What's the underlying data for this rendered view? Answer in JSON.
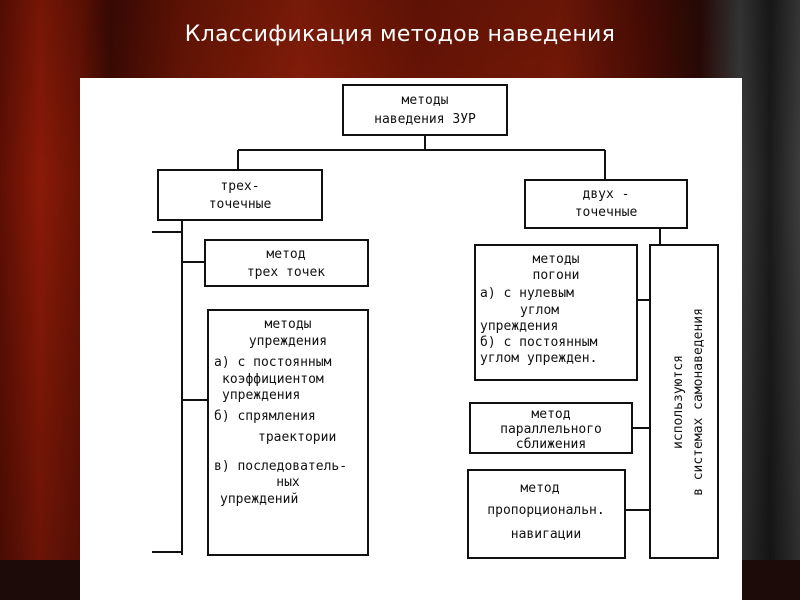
{
  "slide": {
    "title": "Классификация методов наведения"
  },
  "diagram": {
    "root": {
      "lines": [
        "методы",
        "наведения ЗУР"
      ]
    },
    "three_point": {
      "lines": [
        "трех-",
        "точечные"
      ]
    },
    "two_point": {
      "lines": [
        "двух -",
        "точечные"
      ]
    },
    "method_three_points": {
      "lines": [
        "метод",
        "трех точек"
      ]
    },
    "lead_methods": {
      "lines": [
        "методы",
        "упреждения",
        "а) с постоянным",
        "коэффициентом",
        "упреждения",
        "б) спрямления",
        "траектории",
        "в) последователь-",
        "ных",
        "упреждений"
      ]
    },
    "pursuit_methods": {
      "lines": [
        "методы",
        "погони",
        "а) с нулевым",
        "углом",
        "упреждения",
        "б) с постоянным",
        "углом упрежден."
      ]
    },
    "parallel_approach": {
      "lines": [
        "метод",
        "параллельного",
        "сближения"
      ]
    },
    "proportional_navigation": {
      "lines": [
        "метод",
        "пропорциональн.",
        "навигации"
      ]
    },
    "vertical_note": {
      "lines": [
        "используются",
        "в системах самонаведения"
      ]
    }
  },
  "colors": {
    "curtain_red": "#8a1a08",
    "sheet": "#ffffff",
    "ink": "#111111",
    "title_text": "#ffffff"
  }
}
